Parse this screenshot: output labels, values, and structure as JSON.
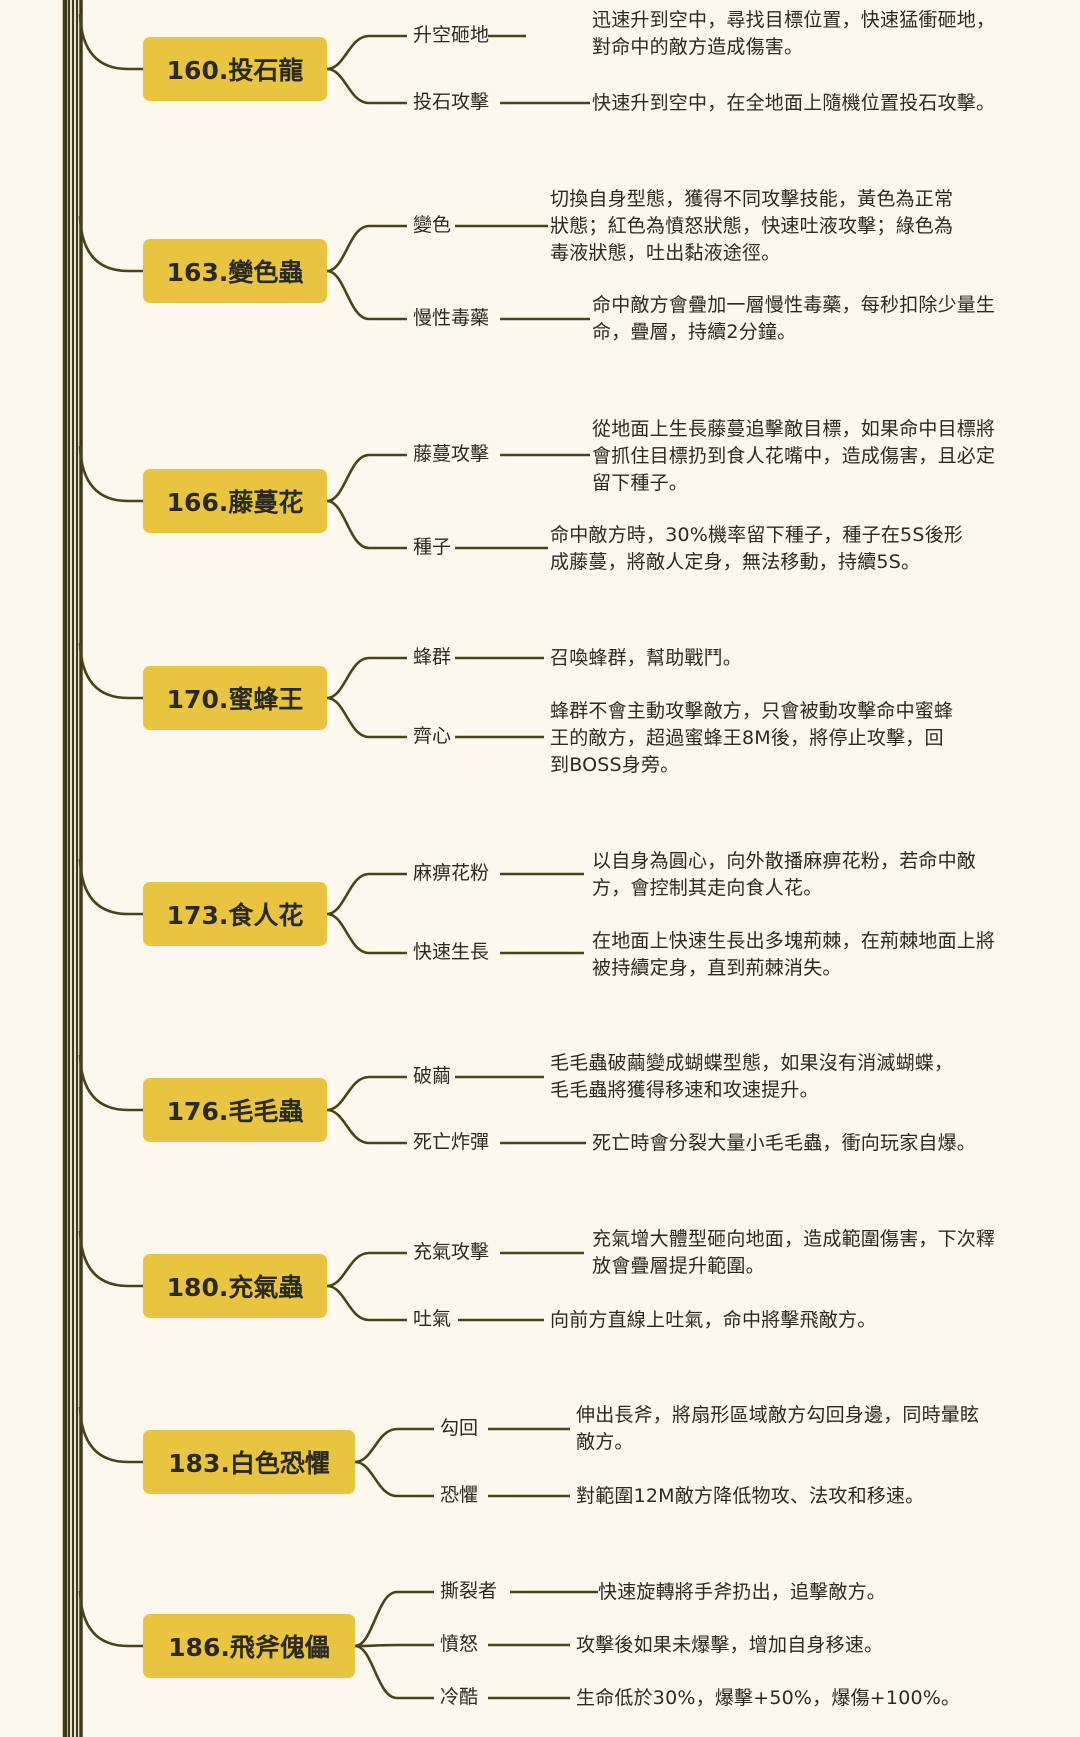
{
  "colors": {
    "line": "#4a4319",
    "trunk": "#3f3a14",
    "node": "#e8c440",
    "background": "#fdf8ee",
    "text": "#2b2a22"
  },
  "bosses": [
    {
      "name": "160.投石龍",
      "skills": [
        {
          "name": "升空砸地",
          "desc": "迅速升到空中，尋找目標位置，快速猛衝砸地，\n對命中的敵方造成傷害。"
        },
        {
          "name": "投石攻擊",
          "desc": "快速升到空中，在全地面上隨機位置投石攻擊。"
        }
      ]
    },
    {
      "name": "163.變色蟲",
      "skills": [
        {
          "name": "變色",
          "desc": "切換自身型態，獲得不同攻擊技能，黃色為正常\n狀態；紅色為憤怒狀態，快速吐液攻擊；綠色為\n毒液狀態，吐出黏液途徑。"
        },
        {
          "name": "慢性毒藥",
          "desc": "命中敵方會疊加一層慢性毒藥，每秒扣除少量生\n命，疊層，持續2分鐘。"
        }
      ]
    },
    {
      "name": "166.藤蔓花",
      "skills": [
        {
          "name": "藤蔓攻擊",
          "desc": "從地面上生長藤蔓追擊敵目標，如果命中目標將\n會抓住目標扔到食人花嘴中，造成傷害，且必定\n留下種子。"
        },
        {
          "name": "種子",
          "desc": "命中敵方時，30%機率留下種子，種子在5S後形\n成藤蔓，將敵人定身，無法移動，持續5S。"
        }
      ]
    },
    {
      "name": "170.蜜蜂王",
      "skills": [
        {
          "name": "蜂群",
          "desc": "召喚蜂群，幫助戰鬥。"
        },
        {
          "name": "齊心",
          "desc": "蜂群不會主動攻擊敵方，只會被動攻擊命中蜜蜂\n王的敵方，超過蜜蜂王8M後，將停止攻擊，回\n到BOSS身旁。"
        }
      ]
    },
    {
      "name": "173.食人花",
      "skills": [
        {
          "name": "麻痹花粉",
          "desc": "以自身為圓心，向外散播麻痹花粉，若命中敵\n方，會控制其走向食人花。"
        },
        {
          "name": "快速生長",
          "desc": "在地面上快速生長出多塊荊棘，在荊棘地面上將\n被持續定身，直到荊棘消失。"
        }
      ]
    },
    {
      "name": "176.毛毛蟲",
      "skills": [
        {
          "name": "破繭",
          "desc": "毛毛蟲破繭變成蝴蝶型態，如果沒有消滅蝴蝶，\n毛毛蟲將獲得移速和攻速提升。"
        },
        {
          "name": "死亡炸彈",
          "desc": "死亡時會分裂大量小毛毛蟲，衝向玩家自爆。"
        }
      ]
    },
    {
      "name": "180.充氣蟲",
      "skills": [
        {
          "name": "充氣攻擊",
          "desc": "充氣增大體型砸向地面，造成範圍傷害，下次釋\n放會疊層提升範圍。"
        },
        {
          "name": "吐氣",
          "desc": "向前方直線上吐氣，命中將擊飛敵方。"
        }
      ]
    },
    {
      "name": "183.白色恐懼",
      "skills": [
        {
          "name": "勾回",
          "desc": "伸出長斧，將扇形區域敵方勾回身邊，同時暈眩\n敵方。"
        },
        {
          "name": "恐懼",
          "desc": "對範圍12M敵方降低物攻、法攻和移速。"
        }
      ]
    },
    {
      "name": "186.飛斧傀儡",
      "skills": [
        {
          "name": "撕裂者",
          "desc": "快速旋轉將手斧扔出，追擊敵方。"
        },
        {
          "name": "憤怒",
          "desc": "攻擊後如果未爆擊，增加自身移速。"
        },
        {
          "name": "冷酷",
          "desc": "生命低於30%，爆擊+50%，爆傷+100%。"
        }
      ]
    }
  ]
}
